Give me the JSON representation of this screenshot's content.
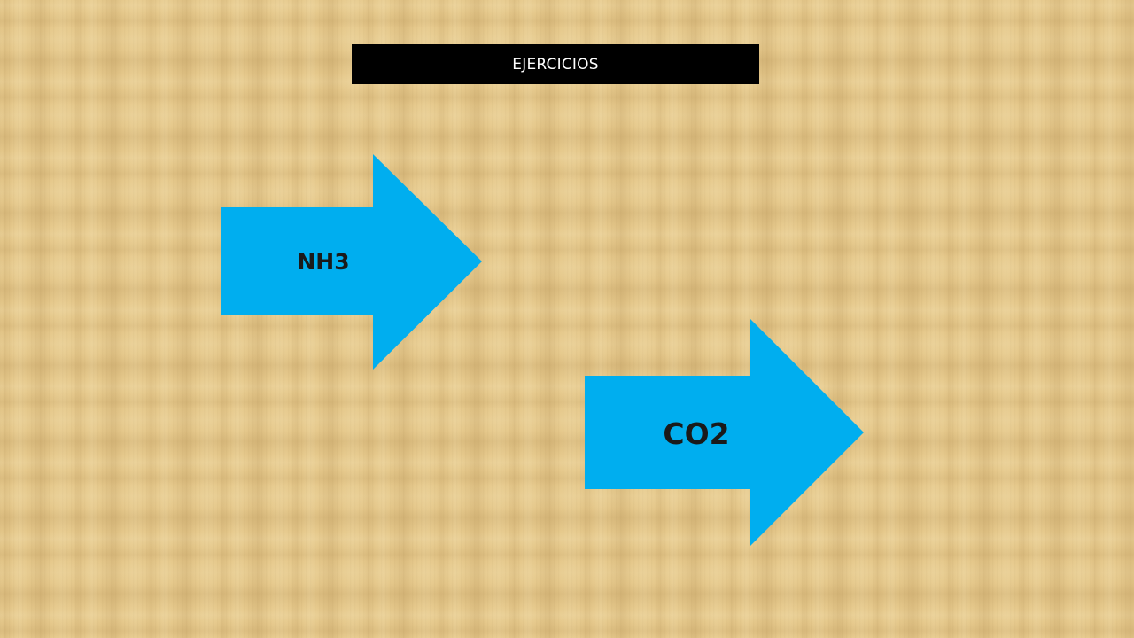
{
  "title": "EJERCICIOS",
  "arrows": [
    {
      "label": "NH3",
      "fill": "#00aeef"
    },
    {
      "label": "CO2",
      "fill": "#00aeef"
    }
  ],
  "colors": {
    "background": "#e6c98c",
    "title_bar": "#000000",
    "title_text": "#ffffff"
  }
}
